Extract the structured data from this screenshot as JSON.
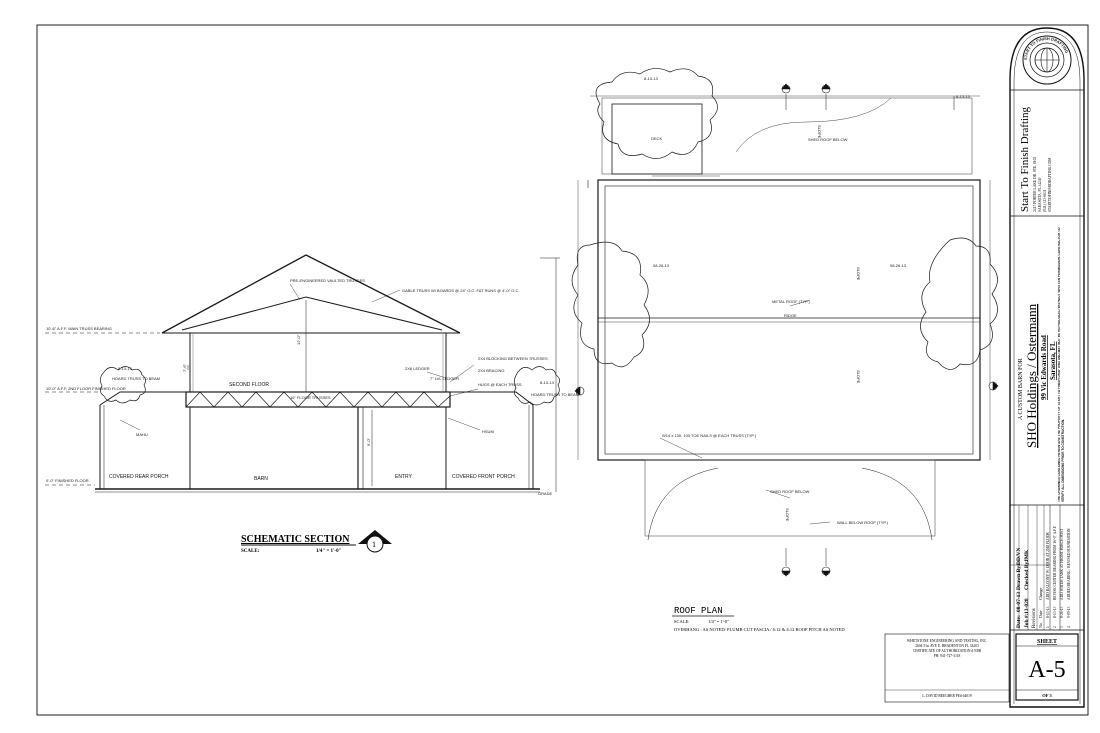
{
  "section": {
    "title": "SCHEMATIC SECTION",
    "number": "1",
    "scale_label": "SCALE:",
    "scale_value": "1/4\" = 1'-0\"",
    "rooms": {
      "second_floor": "SECOND FLOOR",
      "barn": "BARN",
      "entry": "ENTRY",
      "rear_porch": "COVERED REAR PORCH",
      "front_porch": "COVERED FRONT PORCH"
    },
    "notes": {
      "trusses": "PRE-ENGINEERED VAULTED TRUSSES",
      "gable": "GABLE TRUSS W/ BOARDS @ 24\" O.C. FAT RUNS @ 4'-0\" O.C.",
      "wall_bearing": "10'-6\" A.F.F. MAIN TRUSS BEARING",
      "second_floor_lvl": "10'-0\" A.F.F. 2ND FLOOR FINISHED FLOOR",
      "first_floor_lvl": "0'-0\" FINISHED FLOOR",
      "hoard_left": "HOARD TRUSS TO BEAM",
      "hoard_right": "HOARD TRUSS TO BEAM",
      "floor_trusses": "16\" FLOOR TRUSSES",
      "ledger": "2X6 LEDGER",
      "blocking": "2X4 BLOCKING BETWEEN TRUSSES",
      "bracing": "2X4 BRACING",
      "lvl_ledger": "7\" LVL LEDGER",
      "hugs": "HUGS @ EACH TRUSS",
      "mahu": "MAHU",
      "hsum": "HSUM",
      "grade": "GRADE",
      "dim_8_13": "8-13-13",
      "dim_12": "12'-0\"",
      "dim_7": "7'-6\"",
      "dim_9": "9'-0\""
    }
  },
  "roof_plan": {
    "title": "ROOF PLAN",
    "scale_label": "SCALE:",
    "scale_value": "1/4\" = 1'-0\"",
    "overhang_note": "OVERHANG : AS NOTED/ PLUMB CUT FASCIA / 6:12 & 4:12 ROOF PITCH AS NOTED",
    "labels": {
      "deck": "DECK",
      "shed_above": "SHED ROOF BELOW",
      "metal_roof": "METAL ROOF (TYP.)",
      "ridge": "RIDGE",
      "shed_below": "SHED ROOF BELOW",
      "wall_below": "WALL BELOW ROOF (TYP.)",
      "nails": "W14 x 130, 100 TOE NAILS @ EACH TRUSS (TYP.)",
      "slope": "SLOPE",
      "date_a": "8-13-13",
      "date_b": "08-26-13",
      "date_c": "08-26-13",
      "date_d": "8-13-13"
    }
  },
  "title_block": {
    "company": "Start To Finish Drafting",
    "address": [
      "2417 PORTER LAKE DR. STE. #102",
      "SARASOTA, FL 34240",
      "(941) 323-6631",
      "STARTTOFINISHDRAFTING.COM"
    ],
    "project_type": "A CUSTOM BARN FOR",
    "client": "SHO Holdings / Ostermann",
    "street": "99 Vic Edwards Road",
    "city": "Sarasota, FL",
    "disclaimer": "THE DRAWINGS CONTAINED HEREIN ARE THE PROPERTY OF START TO FINISH DRAFTING AND MAY NOT BE REPRODUCED WITHOUT WRITTEN PERMISSION. CONTRACTOR TO VERIFY ALL DIMENSIONS PRIOR TO CONSTRUCTION.",
    "date_label": "Date:",
    "date": "08-07-13",
    "drawn_label": "Drawn By:",
    "drawn": "DD/VN",
    "job_label": "Job #:",
    "job": "13-028",
    "checked_label": "Checked By:",
    "checked": "JMK",
    "revisions_label": "Revisions",
    "rev_headers": [
      "No.",
      "Date",
      "Change"
    ],
    "revisions": [
      [
        "1",
        "8-13-13",
        "ADD BALCONY W/ DOOR AT 2ND FLOOR"
      ],
      [
        "2",
        "8-13-13",
        "REVISE CENTER BEARING FROM 16'-0\" A.F.F."
      ],
      [
        "3",
        "8-26-13",
        "ADD WATER TANK AT FRONT PORCH POST"
      ],
      [
        "4",
        "9-09-13",
        "ADDED BEARING / REVISED FOUNDATION"
      ]
    ],
    "engineer": [
      "WHETSTONE ENGINEERING AND TESTING, INC.",
      "2604 51st AVE E. BRADENTON FL 34203",
      "CERTIFICATE OF AUTHORIZATION # 9398",
      "PH: 941-727-3118"
    ],
    "engineer_sign": "L. DAVID BEEGHER PE# 64019",
    "sheet_label": "SHEET",
    "sheet_number": "A-5",
    "sheet_of": "OF  5",
    "seal_text": "START TO FINISH DRAFTING"
  },
  "colors": {
    "line": "#1a1a1a",
    "light": "#777777",
    "bg": "#ffffff"
  }
}
